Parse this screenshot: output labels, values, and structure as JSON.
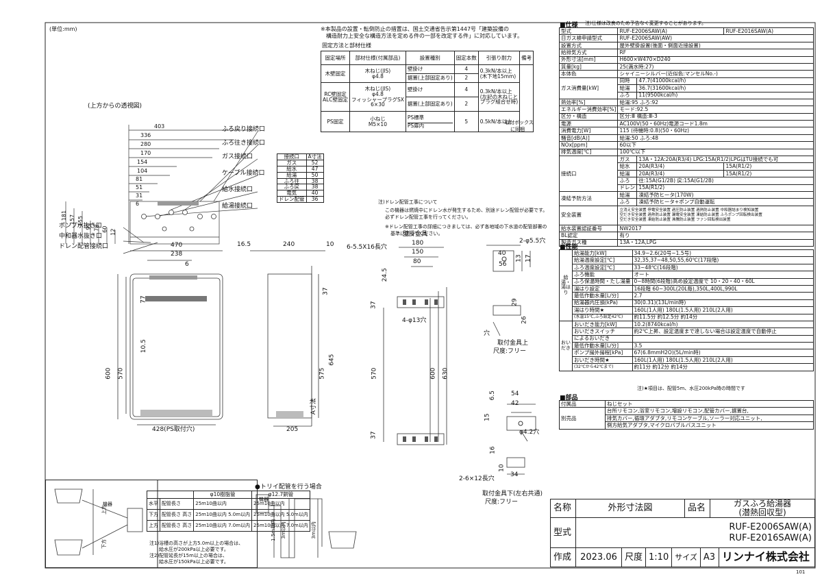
{
  "unit_label": "(単位:mm)",
  "top_note": {
    "line1": "※本製品の設置・転倒防止の措置は、国土交通省告示第1447号「建築設備の",
    "line2": "構造耐力上安全な構造方法を定める件の一部を改定する件」に対応しています。"
  },
  "fixing": {
    "title": "固定方法と部材仕様",
    "headers": [
      "固定場所",
      "部材仕様(付属部品)",
      "設置種別",
      "固定本数",
      "引張り耐力",
      "備考"
    ],
    "rows": [
      {
        "place": "木壁固定",
        "spec1": "木ねじ(JIS)",
        "spec2": "φ4.8",
        "kind1": "壁掛け",
        "kind2": "据置(上部固定あり)",
        "n1": "4",
        "n2": "2",
        "force1": "0.3kN/本以上",
        "force2": "(木下地15mm)"
      },
      {
        "place1": "RC壁固定",
        "place2": "ALC壁固定",
        "spec1": "木ねじ(JIS)",
        "spec2": "φ4.8",
        "spec3": "フィッシャープラグSX",
        "spec4": "6×30",
        "kind1": "壁掛け",
        "kind2": "据置(上部固定あり)",
        "n1": "4",
        "n2": "2",
        "force1": "0.3kN/本以上",
        "force2": "(左記の木ねじと",
        "force3": "プラグ組合せ時)"
      },
      {
        "place": "PS固定",
        "spec1": "小ねじ",
        "spec2": "M5×10",
        "kind1": "PS標準",
        "kind2": "PS扉内",
        "n": "5",
        "force": "0.5kN/本以上",
        "note1": "取付ボックス",
        "note2": "に同梱"
      }
    ]
  },
  "top_view": {
    "title": "(上方からの透視図)",
    "dims": [
      "403",
      "336",
      "280",
      "170",
      "154",
      "104",
      "81",
      "51",
      "31",
      "6",
      "181",
      "157",
      "155",
      "91",
      "78",
      "60",
      "12"
    ],
    "labels": [
      "ふろ戻り接続口",
      "ふろ往き接続口",
      "ガス接続口",
      "ケーブル接続口",
      "給水接続口",
      "給湯接続口",
      "ポンプ水抜き口",
      "中和器水抜き口",
      "ドレン配管接続口"
    ]
  },
  "conn_table": {
    "headers": [
      "接続口",
      "A寸法"
    ],
    "rows": [
      [
        "ガス",
        "52"
      ],
      [
        "給水",
        "47"
      ],
      [
        "給湯",
        "50"
      ],
      [
        "ふろ往",
        "38"
      ],
      [
        "ふろ戻",
        "38"
      ],
      [
        "電気",
        "40"
      ],
      [
        "ドレン配管",
        "36"
      ]
    ]
  },
  "drain_note": {
    "line1": "注)ドレン配管工事について",
    "line2": "この機器は燃焼中にドレン水が発生するため、別途ドレン配管が必要です。",
    "line3": "必ずドレン配管工事を行ってください。",
    "line4": "※ドレン配管工事の詳細につきましては、必ず各地域の下水道の配管部署の",
    "line5": "基準に従ってください。"
  },
  "front": {
    "dims": [
      "470",
      "238",
      "6",
      "77",
      "10.5",
      "570",
      "600",
      "428(PS取付穴)"
    ]
  },
  "side": {
    "dims": [
      "16.5",
      "240",
      "10",
      "205",
      "37",
      "645",
      "575",
      "A寸法"
    ]
  },
  "bracket": {
    "title": "壁掛金具",
    "dims": [
      "6-5.5X16長穴",
      "180",
      "150",
      "80",
      "24.5",
      "4-φ13穴",
      "37",
      "570",
      "600",
      "630",
      "37"
    ]
  },
  "upper_fixture": {
    "dims": [
      "2-φ5.5穴",
      "40",
      "56",
      "13",
      "17",
      "29",
      "26",
      "穴"
    ],
    "title": "取付金具上",
    "scale": "尺度:フリー"
  },
  "lower_fixture": {
    "dims": [
      "54",
      "42",
      "15",
      "6.5",
      "φ4.2穴",
      "16",
      "10",
      "2-6×12長穴",
      "34"
    ],
    "title": "取付金具下(左右共通)",
    "scale": "尺度:フリー"
  },
  "pipe_table": {
    "headers": [
      "",
      "φ10樹脂管",
      "φ12.7銅管"
    ],
    "rows": [
      [
        "水平",
        "配管長さ",
        "25m10曲以内",
        "25m10曲以内"
      ],
      [
        "下方",
        "配管長さ 高さ",
        "25m10曲以内 5.0m以内",
        "25m10曲以内 5.0m以内"
      ],
      [
        "上方",
        "配管長さ 高さ",
        "25m10曲以内 7.0m以内",
        "25m10曲以内 7.0m以内"
      ]
    ],
    "note1": "注1)浴槽の高さが上方5.0m以上の場合は、",
    "note1b": "給水圧が200kPa以上必要です。",
    "note2": "注2)配管延長が15m以上の場合は、",
    "note2b": "給水圧が150kPa以上必要です。",
    "labels": {
      "kiki": "機器",
      "upper": "上方",
      "lower": "下方"
    }
  },
  "trap": {
    "title": "●トリイ配管を行う場合",
    "kiki": "機器",
    "h1": "1.5m以内",
    "h2": "3m以内",
    "h3": "3m以内"
  },
  "spec": {
    "title": "■仕様",
    "note": "注)仕様は改良のため予告なく変更することがあります。",
    "rows": [
      [
        "型式",
        "RUF-E2006SAW(A)",
        "RUF-E2016SAW(A)"
      ],
      [
        "日ガス検申請型式",
        "RUF-E2006SAW(AW)",
        ""
      ],
      [
        "設置方式",
        "屋外壁掛設置(後面・側面近接設置)",
        ""
      ],
      [
        "給排気方式",
        "RF",
        ""
      ],
      [
        "外形寸法[mm]",
        "H600×W470×D240",
        ""
      ],
      [
        "質量[kg]",
        "25(満水時:27)",
        ""
      ],
      [
        "本体色",
        "シャイニーシルバー(近似色:マンセルNo.-)",
        ""
      ]
    ],
    "gas_consumption": {
      "label": "ガス消費量[kW]",
      "rows": [
        [
          "同時",
          "47.7(41000kcal/h)"
        ],
        [
          "給湯",
          "36.7(31600kcal/h)"
        ],
        [
          "ふろ",
          "11(9500kcal/h)"
        ]
      ]
    },
    "rows2": [
      [
        "熱効率[%]",
        "給湯:95 ふろ:92"
      ],
      [
        "エネルギー消費効率[%]",
        "モード:92.5"
      ],
      [
        "区分・構造",
        "区分:Ⅲ 構造:Ⅲ-3"
      ],
      [
        "電源",
        "AC100V(50・60Hz)電源コード1.8m"
      ],
      [
        "消費電力[W]",
        "115 (待機時:0.8)(50・60Hz)"
      ],
      [
        "騒音[dB(A)]",
        "給湯:50 ふろ:48"
      ],
      [
        "NOx[ppm]",
        "60以下"
      ],
      [
        "排気温度[℃]",
        "100℃以下"
      ]
    ],
    "connection": {
      "label": "接続口",
      "rows": [
        [
          "ガス",
          "13A・12A:20A(R3/4) LPG:15A(R1/2)LPGはTU接続でも可",
          ""
        ],
        [
          "給水",
          "20A(R3/4)",
          "15A(R1/2)"
        ],
        [
          "給湯",
          "20A(R3/4)",
          "15A(R1/2)"
        ],
        [
          "ふろ",
          "往:15A(G1/2B) 戻:15A(G1/2B)",
          ""
        ],
        [
          "ドレン",
          "15A(R1/2)",
          ""
        ]
      ]
    },
    "freeze": {
      "label": "凍結予防方法",
      "rows": [
        [
          "給湯",
          "凍結予防ヒータ(170W)"
        ],
        [
          "ふろ",
          "凍結予防ヒータ+ポンプ自動運転"
        ]
      ]
    },
    "safety": {
      "label": "安全装置",
      "lines": [
        "立消え安全装置 停電安全装置 過圧防止装置 過熱防止装置 中和器詰まり検知装置",
        "空だき安全装置 過熱防止装置 漏電安全装置 凍結防止装置 ふろポンプ回転検出装置",
        "空だき安全装置 凍結防止装置 沸騰防止装置 ファン回転検出装置"
      ]
    },
    "rows3": [
      [
        "給水装置認証番号",
        "NW2017"
      ],
      [
        "BL認定",
        "有り"
      ],
      [
        "製造ガス種",
        "13A・12A,LPG"
      ]
    ]
  },
  "perf": {
    "title": "■性能",
    "kyuto_label": "給湯・湯はり",
    "kyuto_rows": [
      [
        "給湯能力[kW]",
        "34.9~2.6(20号~1.5号)"
      ],
      [
        "給湯温度設定[℃]",
        "32,35,37~48,50,55,60℃(17段階)"
      ],
      [
        "ふろ温度設定[℃]",
        "33~48℃(16段階)"
      ],
      [
        "ふろ機能",
        "オート"
      ],
      [
        "ふろ保温時間・たし湯量",
        "0~8時間(6段階)高め設定温度で 10・20・40・60L"
      ],
      [
        "湯はり設定",
        "16段階 60~300L(20L毎),350L,400L,990L"
      ],
      [
        "最低作動水量[L/分]",
        "2.7"
      ],
      [
        "給湯器内圧損(kPa)",
        "30(0.31)(13L/min時)"
      ],
      [
        "湯はり時間★",
        "160L(1人用) 180L(1.5人用) 210L(2人用)"
      ],
      [
        "(水温15℃,ふろ設定42℃)",
        "約11.5分 約12.5分 約14分"
      ]
    ],
    "oidaki_label": "おいだき",
    "oidaki_rows": [
      [
        "おいだき能力[kW]",
        "10.2(8740kcal/h)"
      ],
      [
        "おいだきスイッチ",
        "約2℃上昇、設定温度まで達しない場合は設定温度で自動停止"
      ],
      [
        "によるおいだき",
        ""
      ],
      [
        "最低作動水量[L/分]",
        "3.5"
      ],
      [
        "ポンプ揚外揚程[kPa]",
        "67(6.8mmH2O)(5L/min時)"
      ],
      [
        "おいだき時間★",
        "160L(1人用) 180L(1.5人用) 210L(2人用)"
      ],
      [
        "(32℃から42℃まで)",
        "約11分 約12分 約14分"
      ]
    ],
    "note": "注)★項目は、配管5m、水圧200kPa時の時間です"
  },
  "parts": {
    "title": "■部品",
    "rows": [
      [
        "付属品",
        "ねじセット"
      ],
      [
        "別売品",
        "台所リモコン,浴室リモコン,増設リモコン,配管カバー,据置台,"
      ],
      [
        "",
        "排気カバー,循環アダプタ,リモコンケーブル,ソーラー対応ユニット,"
      ],
      [
        "",
        "側方給気アダプタ,マイクロバブルバスユニット"
      ]
    ]
  },
  "title_block": {
    "name_label": "名称",
    "name_value": "外形寸法図",
    "item_label": "品名",
    "item_value1": "ガスふろ給湯器",
    "item_value2": "(潜熱回収型)",
    "model_label": "型式",
    "model1": "RUF-E2006SAW(A)",
    "model2": "RUF-E2016SAW(A)",
    "made_label": "作成",
    "made_value": "2023.06",
    "scale_label": "尺度",
    "scale_value": "1:10",
    "size_label": "サイズ",
    "size_value": "A3",
    "company": "リンナイ株式会社",
    "page": "101"
  }
}
